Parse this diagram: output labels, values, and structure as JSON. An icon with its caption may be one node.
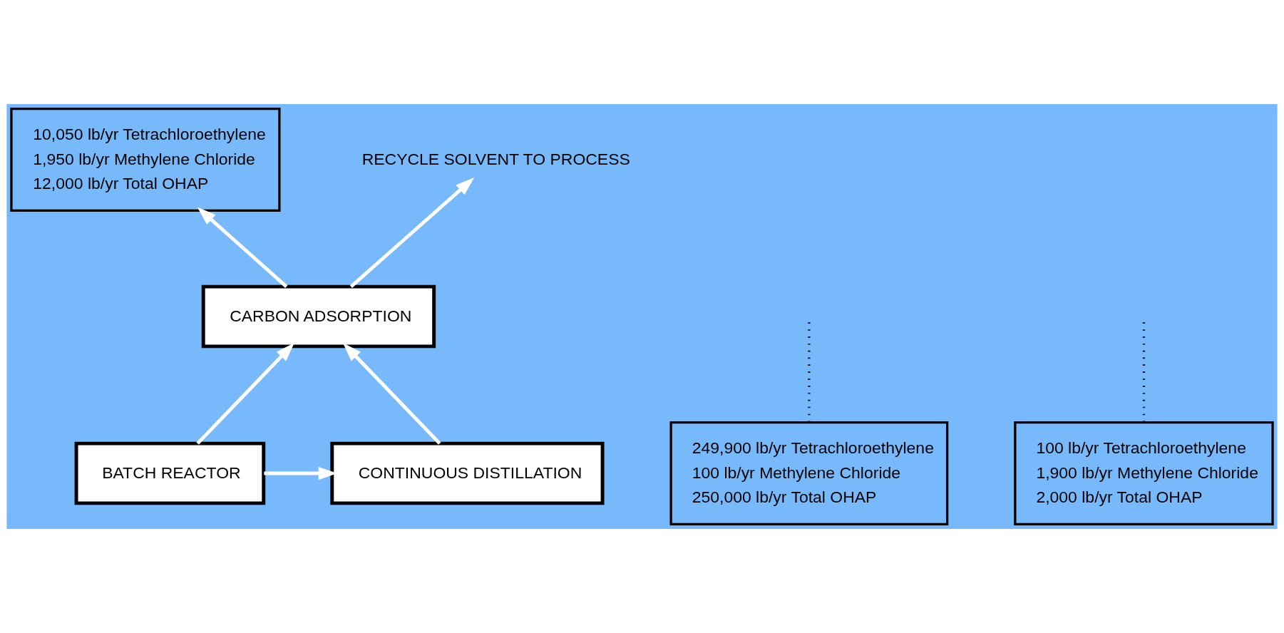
{
  "diagram": {
    "nodes": [
      {
        "text": [
          "10,050 lb/yr Tetrachloroethylene",
          "1,950 lb/yr Methylene Chloride",
          "12,000 lb/yr Total OHAP"
        ]
      },
      {
        "text": [
          "CARBON ADSORPTION"
        ]
      },
      {
        "text": [
          "249,900 lb/yr Tetrachloroethylene",
          "100 lb/yr Methylene Chloride",
          "250,000 lb/yr Total OHAP"
        ]
      },
      {
        "text": [
          "100 lb/yr Tetrachloroethylene",
          "1,900 lb/yr Methylene Chloride",
          "2,000 lb/yr Total OHAP"
        ]
      },
      {
        "text": [
          "RECYCLE SOLVENT TO PROCESS"
        ]
      },
      {
        "text": [
          "BATCH REACTOR"
        ]
      },
      {
        "text": [
          "CONTINUOUS DISTILLATION"
        ]
      }
    ],
    "edges": [
      {
        "from": 1,
        "to": 0,
        "arrow": "to"
      },
      {
        "from": 5,
        "to": 1,
        "arrow": "to"
      },
      {
        "from": 6,
        "to": 1,
        "arrow": "to"
      },
      {
        "from": 1,
        "to": 4,
        "arrow": "to"
      },
      {
        "from": 5,
        "to": 6,
        "arrow": "to"
      },
      {
        "from": 2,
        "to": null,
        "arrow": "none",
        "style": "dashed",
        "color": "#000000"
      },
      {
        "from": 3,
        "to": null,
        "arrow": "none",
        "style": "dashed",
        "color": "#000000"
      }
    ]
  }
}
